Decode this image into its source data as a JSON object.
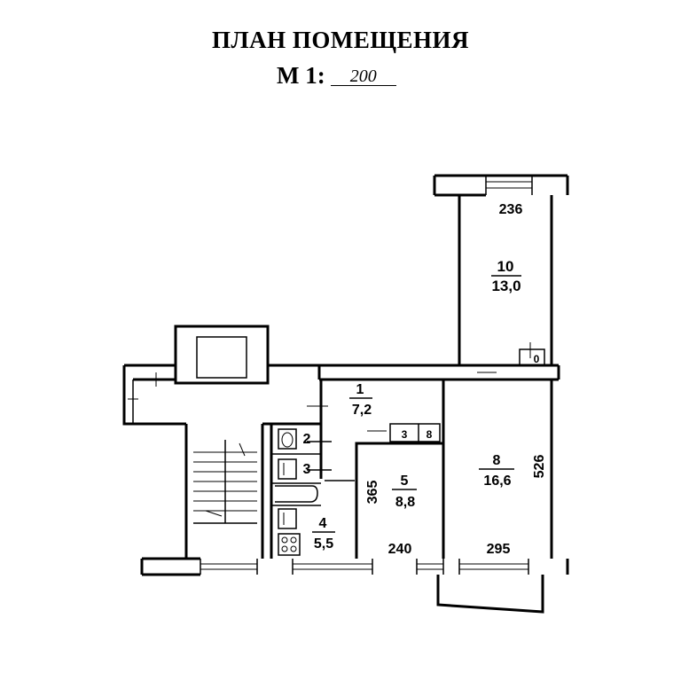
{
  "header": {
    "title": "ПЛАН ПОМЕЩЕНИЯ",
    "scale_prefix": "М 1:",
    "scale_value": "200"
  },
  "rooms": [
    {
      "number": "1",
      "area": "7,2"
    },
    {
      "number": "2"
    },
    {
      "number": "3"
    },
    {
      "number": "4",
      "area": "5,5"
    },
    {
      "number": "5",
      "area": "8,8"
    },
    {
      "number": "8",
      "area": "16,6"
    },
    {
      "number": "10",
      "area": "13,0"
    }
  ],
  "closets": [
    {
      "number": "3"
    },
    {
      "number": "8"
    },
    {
      "number": "0"
    }
  ],
  "dimensions": {
    "room10_width": "236",
    "room8_height": "526",
    "room5_height": "365",
    "room5_width": "240",
    "room8_width": "295"
  }
}
